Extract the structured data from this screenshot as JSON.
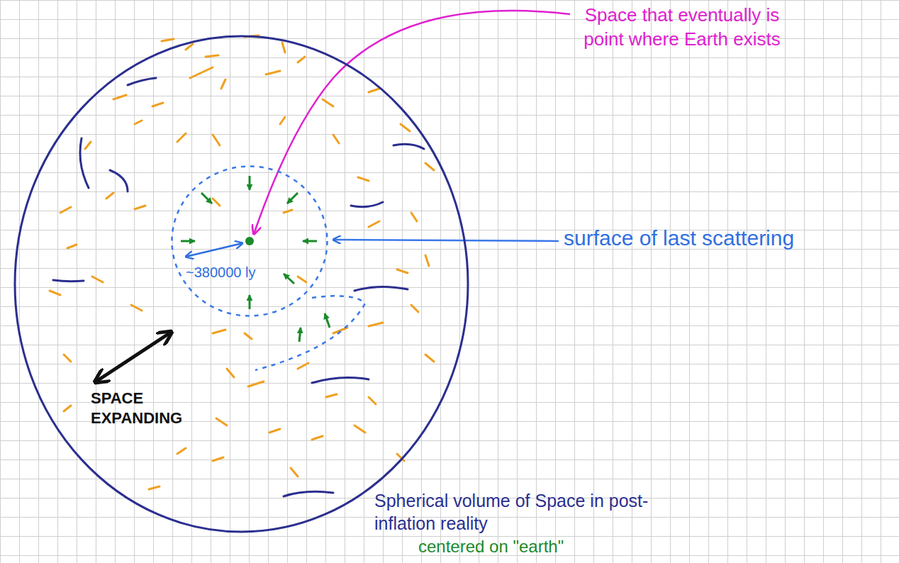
{
  "diagram": {
    "nodes": [
      {
        "text": [
          "SPACE EXPANDING"
        ]
      },
      {
        "text": [
          "~380000 ly"
        ],
        "in": 0
      }
    ],
    "labels": [
      "Space that eventually is point where Earth exists",
      "surface of last scattering",
      "Spherical volume of Space in post-inflation reality",
      "centered on \"earth\""
    ]
  }
}
